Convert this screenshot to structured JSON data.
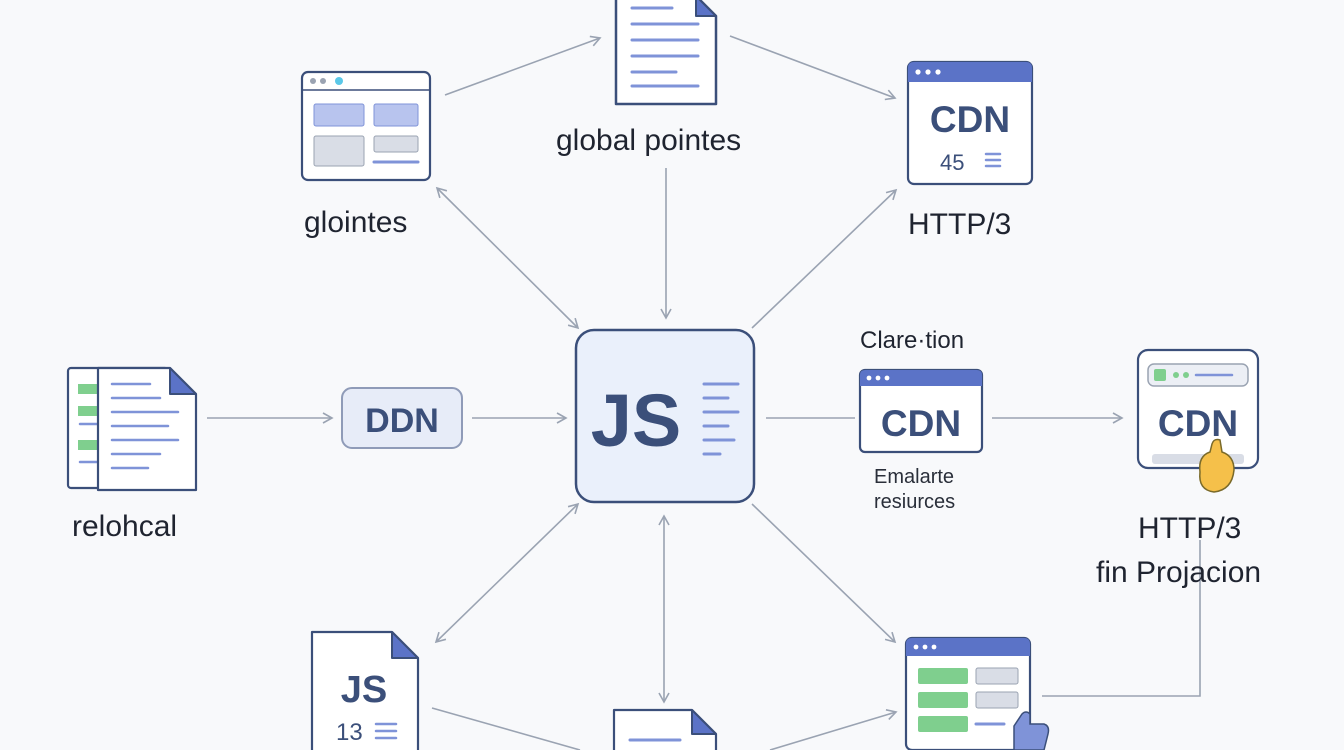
{
  "labels": {
    "global_pointes": "global pointes",
    "glointes": "glointes",
    "http3_top": "HTTP/3",
    "clare_tion": "Clare·tion",
    "emalarte": "Emalarte",
    "resiurces": "resiurces",
    "relohcal": "relohcal",
    "http3_right": "HTTP/3",
    "fin_projacion": "fin Projacion"
  },
  "nodes": {
    "cdn_top_title": "CDN",
    "cdn_top_sub": "45",
    "ddn_button": "DDN",
    "js_center": "JS",
    "cdn_mid": "CDN",
    "cdn_right": "CDN",
    "js_file_bottom": "JS",
    "js_file_number": "13"
  },
  "colors": {
    "accent": "#5b73c7",
    "accent_dark": "#3b4f7a",
    "box_fill": "#e7ecf8",
    "green": "#7fcf8e",
    "arrow": "#9aa3b2",
    "text": "#1f2430"
  }
}
